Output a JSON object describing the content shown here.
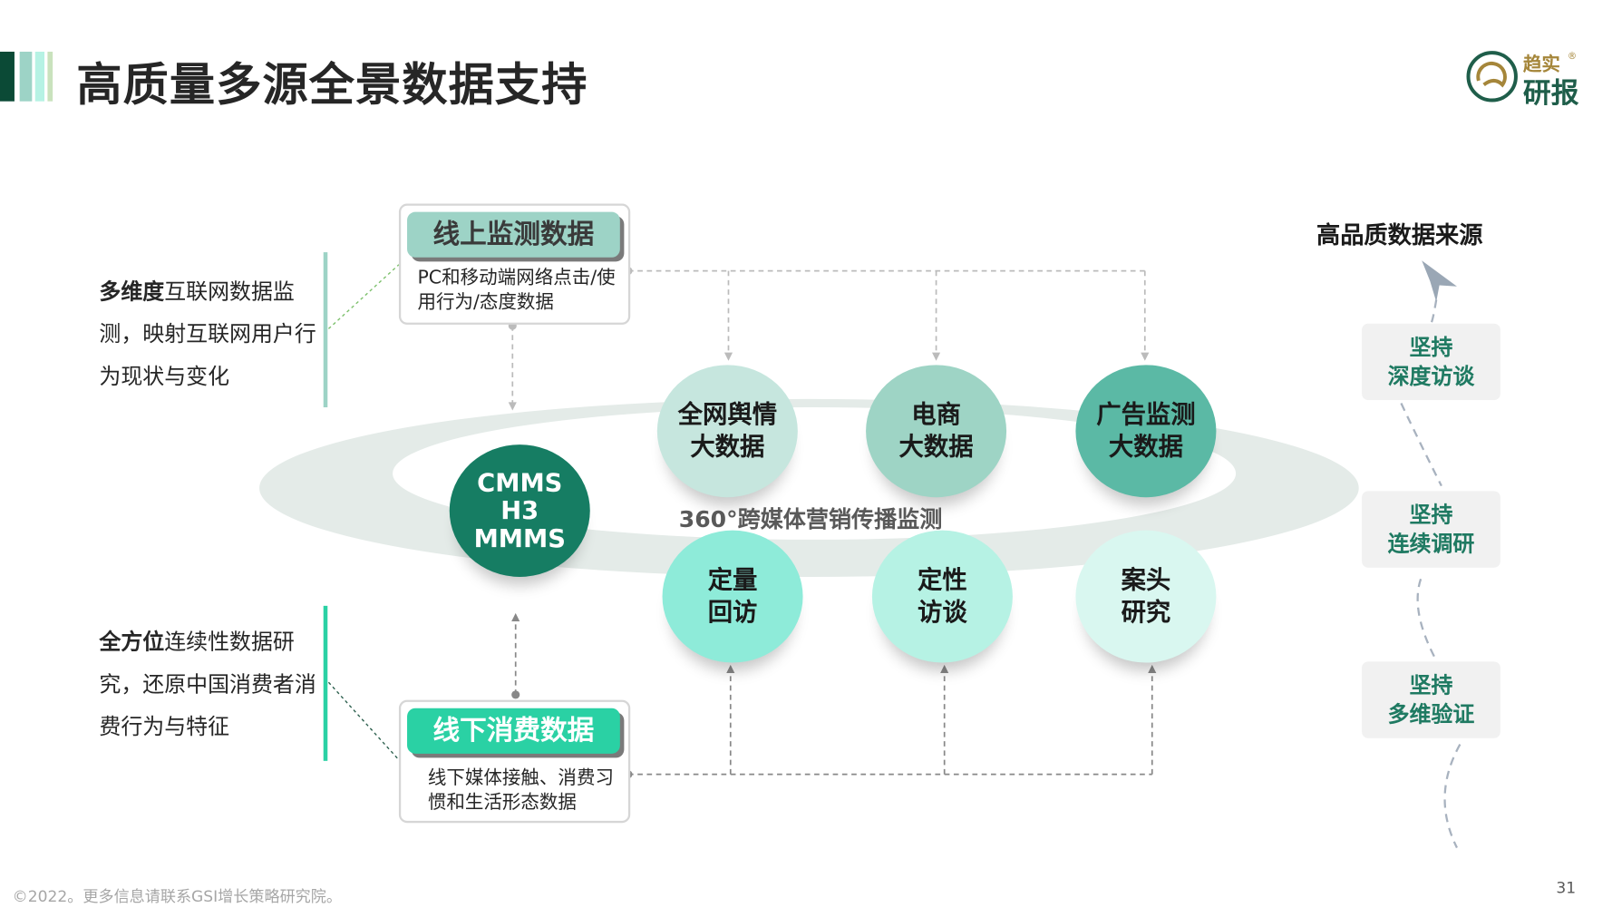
{
  "header": {
    "title": "高质量多源全景数据支持",
    "logo": {
      "brand_top": "趋实",
      "brand_bottom": "研报",
      "registered": "®"
    }
  },
  "left_notes": [
    {
      "bold": "多维度",
      "rest": "互联网数据监测，映射互联网用户行为现状与变化"
    },
    {
      "bold": "全方位",
      "rest": "连续性数据研究，还原中国消费者消费行为与特征"
    }
  ],
  "online_card": {
    "label": "线上监测数据",
    "desc": "PC和移动端网络点击/使用行为/态度数据"
  },
  "offline_card": {
    "label": "线下消费数据",
    "desc": "线下媒体接触、消费习惯和生活形态数据"
  },
  "ring_label": "360°跨媒体营销传播监测",
  "circles": {
    "cmms": "CMMS\nH3\nMMMS",
    "public_opinion": "全网舆情\n大数据",
    "ecommerce": "电商\n大数据",
    "ad_monitor": "广告监测\n大数据",
    "quant_revisit": "定量\n回访",
    "qual_interview": "定性\n访谈",
    "desk_research": "案头\n研究"
  },
  "right_panel": {
    "title": "高品质数据来源",
    "items": [
      "坚持\n深度访谈",
      "坚持\n连续调研",
      "坚持\n多维验证"
    ]
  },
  "footer": {
    "copyright": "©2022。更多信息请联系GSI增长策略研究院。",
    "page_number": "31"
  },
  "colors": {
    "dark_green": "#0b4a36",
    "accent": "#2ad1a4",
    "teal_text": "#1f7a62"
  }
}
